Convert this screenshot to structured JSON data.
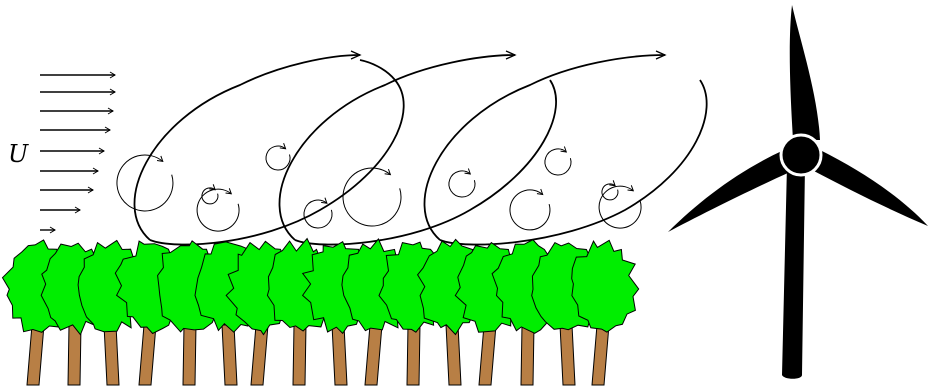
{
  "diagram": {
    "wind_speed_symbol": "U",
    "colors": {
      "foliage": "#00ee00",
      "trunk": "#b87f45",
      "ink": "#000000",
      "turbine": "#000000"
    },
    "elements": {
      "wind_profile": "inflow-velocity-arrows",
      "canopy": "forest-canopy",
      "large_eddies": "canopy-scale-rolling-vortices",
      "small_eddies": "small-scale-turbulent-eddies",
      "turbine": "wind-turbine"
    }
  }
}
